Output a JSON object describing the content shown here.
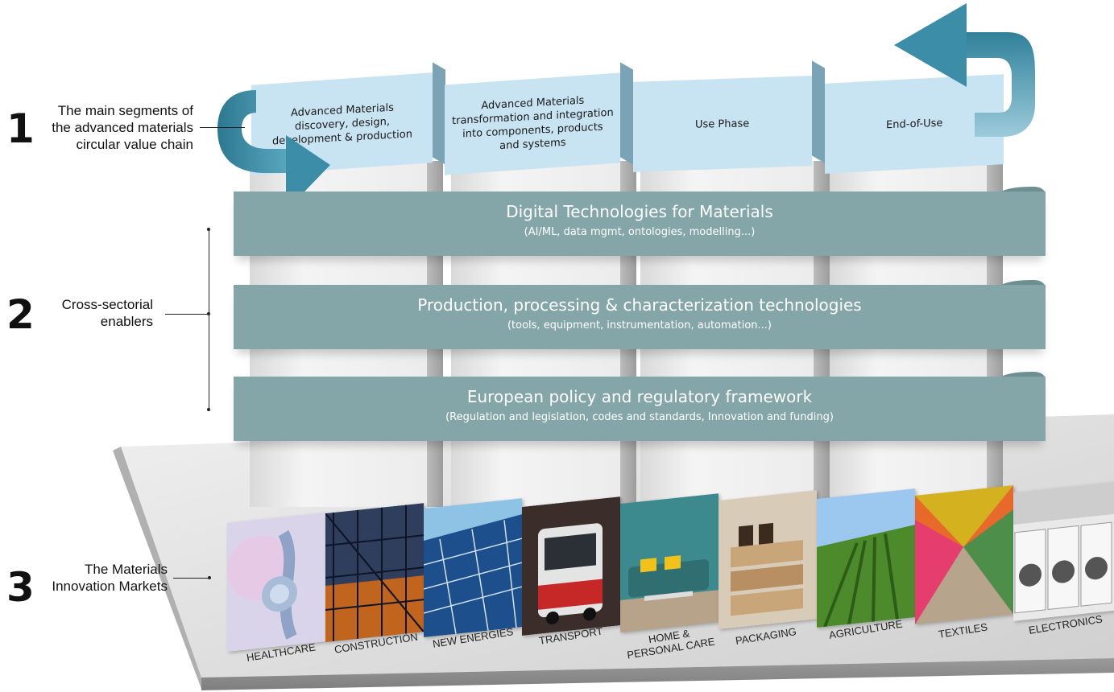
{
  "section1": {
    "number": "1",
    "label_lines": [
      "The main segments of",
      "the advanced materials",
      "circular value chain"
    ]
  },
  "section2": {
    "number": "2",
    "label_lines": [
      "Cross-sectorial",
      "enablers"
    ]
  },
  "section3": {
    "number": "3",
    "label_lines": [
      "The Materials",
      "Innovation Markets"
    ]
  },
  "value_chain": [
    {
      "lines": [
        "Advanced Materials",
        "discovery, design,",
        "development & production"
      ]
    },
    {
      "lines": [
        "Advanced Materials",
        "transformation and integration",
        "into components, products",
        "and systems"
      ]
    },
    {
      "lines": [
        "Use Phase"
      ]
    },
    {
      "lines": [
        "End-of-Use"
      ]
    }
  ],
  "enablers": [
    {
      "title": "Digital Technologies for Materials",
      "subtitle": "(AI/ML, data mgmt, ontologies, modelling...)"
    },
    {
      "title": "Production, processing & characterization technologies",
      "subtitle": "(tools, equipment, instrumentation, automation...)"
    },
    {
      "title": "European policy and regulatory framework",
      "subtitle": "(Regulation and legislation, codes and standards, Innovation and funding)"
    }
  ],
  "markets": [
    {
      "lines": [
        "HEALTHCARE"
      ]
    },
    {
      "lines": [
        "CONSTRUCTION"
      ]
    },
    {
      "lines": [
        "NEW ENERGIES"
      ]
    },
    {
      "lines": [
        "TRANSPORT"
      ]
    },
    {
      "lines": [
        "HOME &",
        "PERSONAL CARE"
      ]
    },
    {
      "lines": [
        "PACKAGING"
      ]
    },
    {
      "lines": [
        "AGRICULTURE"
      ]
    },
    {
      "lines": [
        "TEXTILES"
      ]
    },
    {
      "lines": [
        "ELECTRONICS"
      ]
    }
  ],
  "colors": {
    "segment_fill": "#c8e3f1",
    "arrow_teal": "#3f8fa8",
    "band_fill": "#84a6a9",
    "band_text": "#ffffff",
    "platform": "#bdbdbd"
  }
}
